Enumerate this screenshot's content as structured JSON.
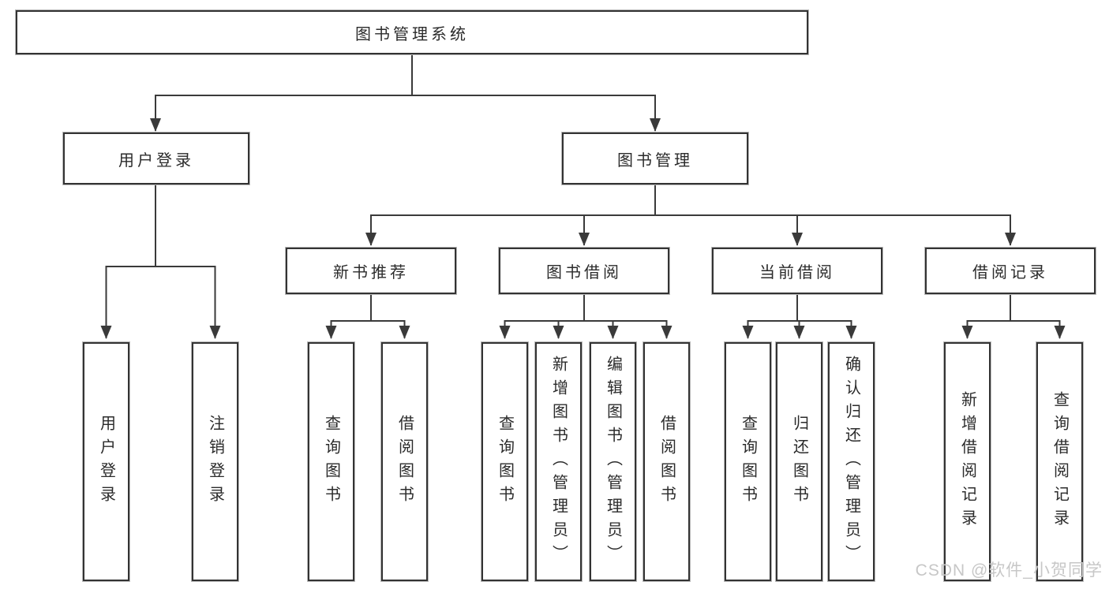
{
  "diagram": {
    "root": "图书管理系统",
    "user_login": {
      "label": "用户登录",
      "children": [
        "用户登录",
        "注销登录"
      ]
    },
    "book_management": {
      "label": "图书管理",
      "sections": [
        {
          "label": "新书推荐",
          "children": [
            "查询图书",
            "借阅图书"
          ]
        },
        {
          "label": "图书借阅",
          "children": [
            "查询图书",
            "新增图书（管理员）",
            "编辑图书（管理员）",
            "借阅图书"
          ]
        },
        {
          "label": "当前借阅",
          "children": [
            "查询图书",
            "归还图书",
            "确认归还（管理员）"
          ]
        },
        {
          "label": "借阅记录",
          "children": [
            "新增借阅记录",
            "查询借阅记录"
          ]
        }
      ]
    }
  },
  "watermark": "CSDN @软件_小贺同学",
  "colors": {
    "line": "#3a3a3a",
    "border": "#333333",
    "text": "#2b2b2b",
    "watermark": "#c7c7c7",
    "background": "#ffffff"
  }
}
